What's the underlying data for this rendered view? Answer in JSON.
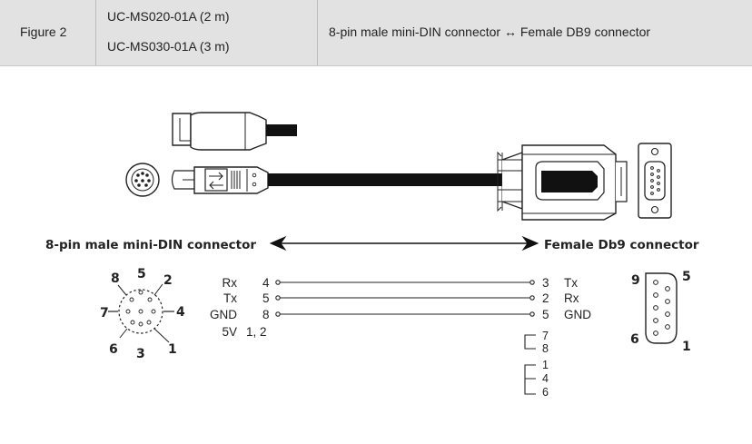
{
  "header": {
    "figure_label": "Figure 2",
    "model_1": "UC-MS020-01A (2 m)",
    "model_2": "UC-MS030-01A (3 m)",
    "description": "8-pin male mini-DIN connector ↔ Female DB9 connector"
  },
  "diagram": {
    "left_title": "8-pin male mini-DIN connector",
    "right_title": "Female Db9 connector",
    "mini_din_pins": [
      "8",
      "5",
      "2",
      "7",
      "4",
      "6",
      "3",
      "1"
    ],
    "db9_pins": [
      "9",
      "5",
      "6",
      "1"
    ],
    "signals": [
      {
        "name": "Rx",
        "left_pin": "4",
        "right_pin": "3",
        "right_name": "Tx"
      },
      {
        "name": "Tx",
        "left_pin": "5",
        "right_pin": "2",
        "right_name": "Rx"
      },
      {
        "name": "GND",
        "left_pin": "8",
        "right_pin": "5",
        "right_name": "GND"
      }
    ],
    "power": {
      "name": "5V",
      "pins": "1, 2"
    },
    "jumper_a": [
      "7",
      "8"
    ],
    "jumper_b": [
      "1",
      "4",
      "6"
    ]
  }
}
